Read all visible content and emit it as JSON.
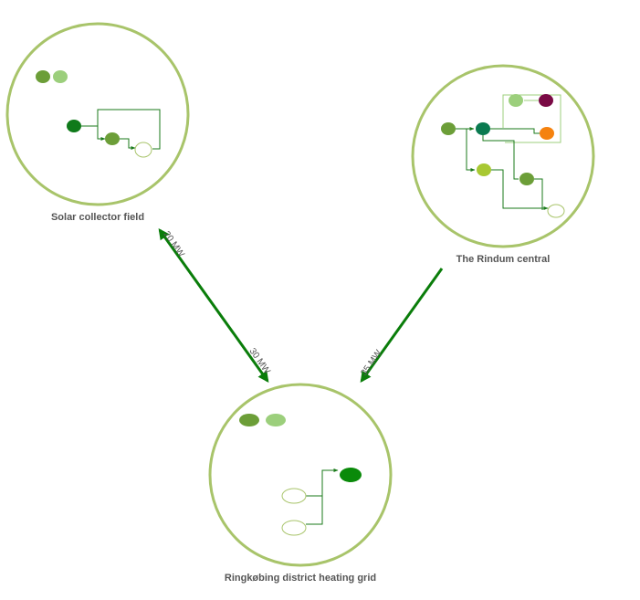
{
  "clusters": {
    "solar": {
      "label": "Solar collector field"
    },
    "rindum": {
      "label": "The Rindum central"
    },
    "grid": {
      "label": "Ringkøbing district heating grid"
    }
  },
  "edges": {
    "solar_grid": {
      "label_start": "20 MW",
      "label_end": "30 MW"
    },
    "rindum_grid": {
      "label": "35 MW"
    }
  },
  "colors": {
    "cluster_ring": "#a8c46a",
    "edge": "#0a7d0a",
    "link": "#1a7a1a",
    "node_dark_green": "#0f7a1a",
    "node_mid_green": "#6c9e38",
    "node_light_green": "#9ccf7c",
    "node_teal": "#0a7a50",
    "node_lime": "#a8c832",
    "node_purple": "#7a0a45",
    "node_orange": "#f5820f",
    "node_bright_green": "#0a8a0a",
    "node_empty": "#ffffff"
  }
}
